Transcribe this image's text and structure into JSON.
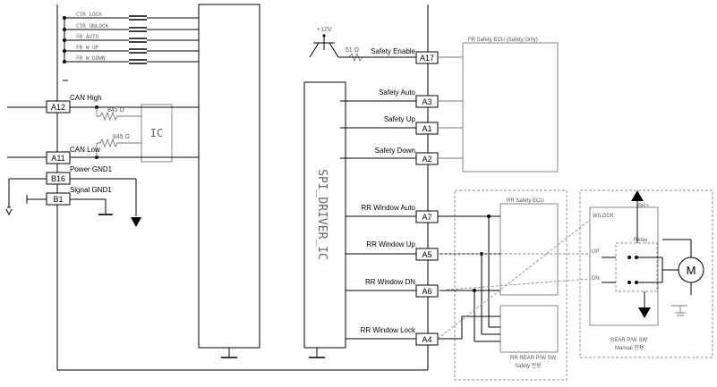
{
  "left_switches": [
    "CTR LOCK",
    "CTR UNLOCK",
    "FR AUTO",
    "FR W UP",
    "FR W DOWN"
  ],
  "left_pins": {
    "can_high": {
      "pin": "A12",
      "label": "CAN High"
    },
    "can_low": {
      "pin": "A11",
      "label": "CAN Low"
    },
    "power_gnd": {
      "pin": "B16",
      "label": "Power GND1"
    },
    "signal_gnd": {
      "pin": "B1",
      "label": "Signal GND1"
    }
  },
  "resistors": {
    "r1": "845 Ω",
    "r2": "845 Ω",
    "safety_enable_r": "51 Ω"
  },
  "ic_label": "IC",
  "spi_driver_label": "SPI_DRIVER_IC",
  "supply_12v": "+12V",
  "right_pins": [
    {
      "pin": "A17",
      "label": "Safety Enable"
    },
    {
      "pin": "A3",
      "label": "Safety Auto"
    },
    {
      "pin": "A1",
      "label": "Safety Up"
    },
    {
      "pin": "A2",
      "label": "Safety Down"
    },
    {
      "pin": "A7",
      "label": "RR Window Auto"
    },
    {
      "pin": "A5",
      "label": "RR Window Up"
    },
    {
      "pin": "A6",
      "label": "RR Window DN"
    },
    {
      "pin": "A4",
      "label": "RR Window Lock"
    }
  ],
  "fr_ecu_label": "FR Safety ECU (Safety Only)",
  "rr_ecu_label": "RR Safety ECU",
  "rr_switch": {
    "title": "RR REAR P/W SW",
    "sub": "Safety 전용"
  },
  "rear_switch": {
    "title": "REAR P/W SW",
    "sub": "Manual 전용",
    "wlock": "W/LOCK",
    "br": "BR+",
    "relay": "Relay",
    "up": "UP",
    "dn": "DN",
    "motor": "M"
  }
}
